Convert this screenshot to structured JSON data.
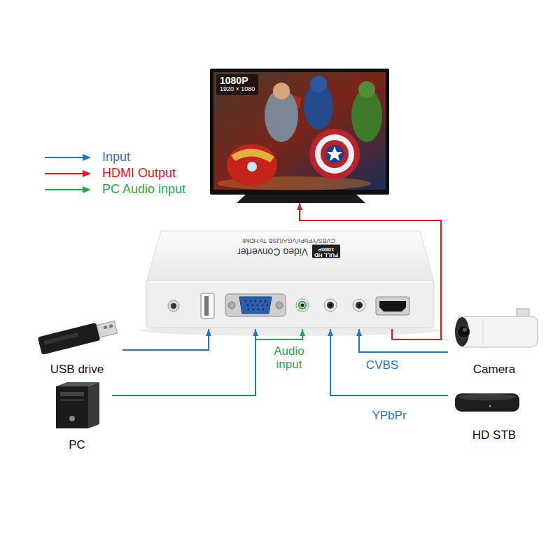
{
  "diagram": {
    "nodes": [
      {
        "text": [
          "1080P",
          "1920 × 1080"
        ]
      },
      {
        "text": [
          "FULL HD",
          "1080P",
          "Video Converter",
          "CVBS/YPbPr/VGA/USB To HDMI"
        ]
      },
      {
        "text": [
          "USB drive"
        ]
      },
      {
        "text": [
          "Camera"
        ]
      },
      {
        "text": [
          "PC"
        ]
      },
      {
        "text": [
          "HD STB"
        ]
      }
    ],
    "edges": [
      {
        "from": 2,
        "to": 1,
        "arrow": "to"
      },
      {
        "from": 4,
        "to": 1,
        "arrow": "to",
        "label": "Audio input"
      },
      {
        "from": 4,
        "to": 1,
        "arrow": "to"
      },
      {
        "from": 3,
        "to": 1,
        "arrow": "to",
        "label": "CVBS"
      },
      {
        "from": 5,
        "to": 1,
        "arrow": "to",
        "label": "YPbPr"
      },
      {
        "from": 1,
        "to": 0,
        "arrow": "to"
      }
    ],
    "legend": [
      {
        "text": "Input",
        "color": "#1f78c1"
      },
      {
        "text": "HDMI Output",
        "color": "#e8171d"
      },
      {
        "text": "PC Audio input",
        "color": "#2aa845"
      }
    ]
  }
}
